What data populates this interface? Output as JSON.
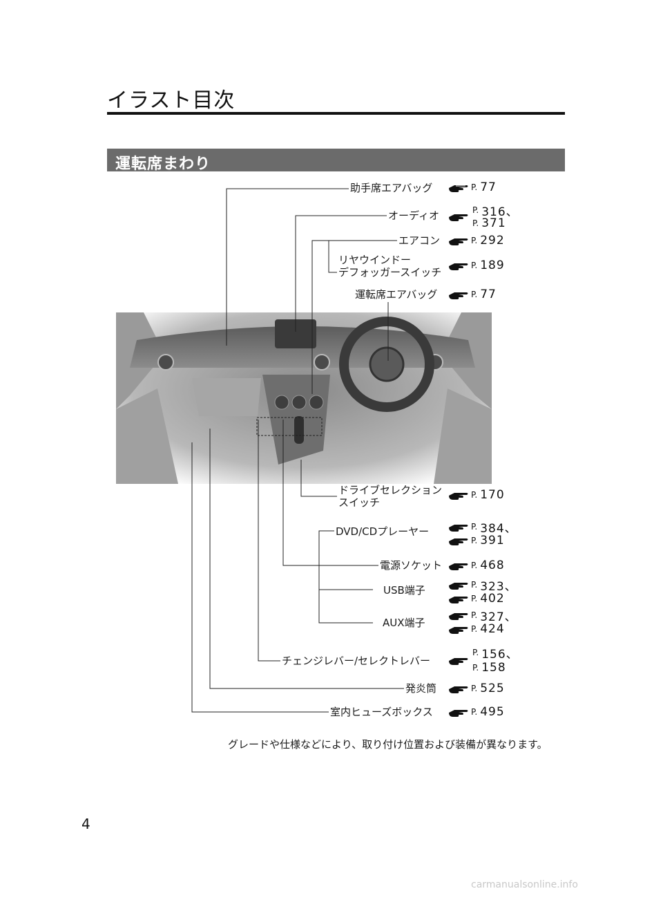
{
  "page_title": "イラスト目次",
  "section_title": "運転席まわり",
  "ref_prefix": "P.",
  "callouts": [
    {
      "label": "助手席エアバッグ",
      "pages": [
        "77"
      ]
    },
    {
      "label": "オーディオ",
      "pages": [
        "316、",
        "371"
      ]
    },
    {
      "label": "エアコン",
      "pages": [
        "292"
      ]
    },
    {
      "label": "リヤウインドー\nデフォッガースイッチ",
      "pages": [
        "189"
      ]
    },
    {
      "label": "運転席エアバッグ",
      "pages": [
        "77"
      ]
    },
    {
      "label": "ドライブセレクション\nスイッチ",
      "pages": [
        "170"
      ]
    },
    {
      "label": "DVD/CDプレーヤー",
      "pages": [
        "384、",
        "391"
      ]
    },
    {
      "label": "電源ソケット",
      "pages": [
        "468"
      ]
    },
    {
      "label": "USB端子",
      "pages": [
        "323、",
        "402"
      ]
    },
    {
      "label": "AUX端子",
      "pages": [
        "327、",
        "424"
      ]
    },
    {
      "label": "チェンジレバー/セレクトレバー",
      "pages": [
        "156、",
        "158"
      ]
    },
    {
      "label": "発炎筒",
      "pages": [
        "525"
      ]
    },
    {
      "label": "室内ヒューズボックス",
      "pages": [
        "495"
      ]
    }
  ],
  "note": "グレードや仕様などにより、取り付け位置および装備が異なります。",
  "page_number": "4",
  "watermark": "carmanualsonline.info",
  "colors": {
    "section_bar": "#6b6b6b",
    "rule": "#111111"
  },
  "icons": {
    "reference": "pointing-hand-icon"
  }
}
